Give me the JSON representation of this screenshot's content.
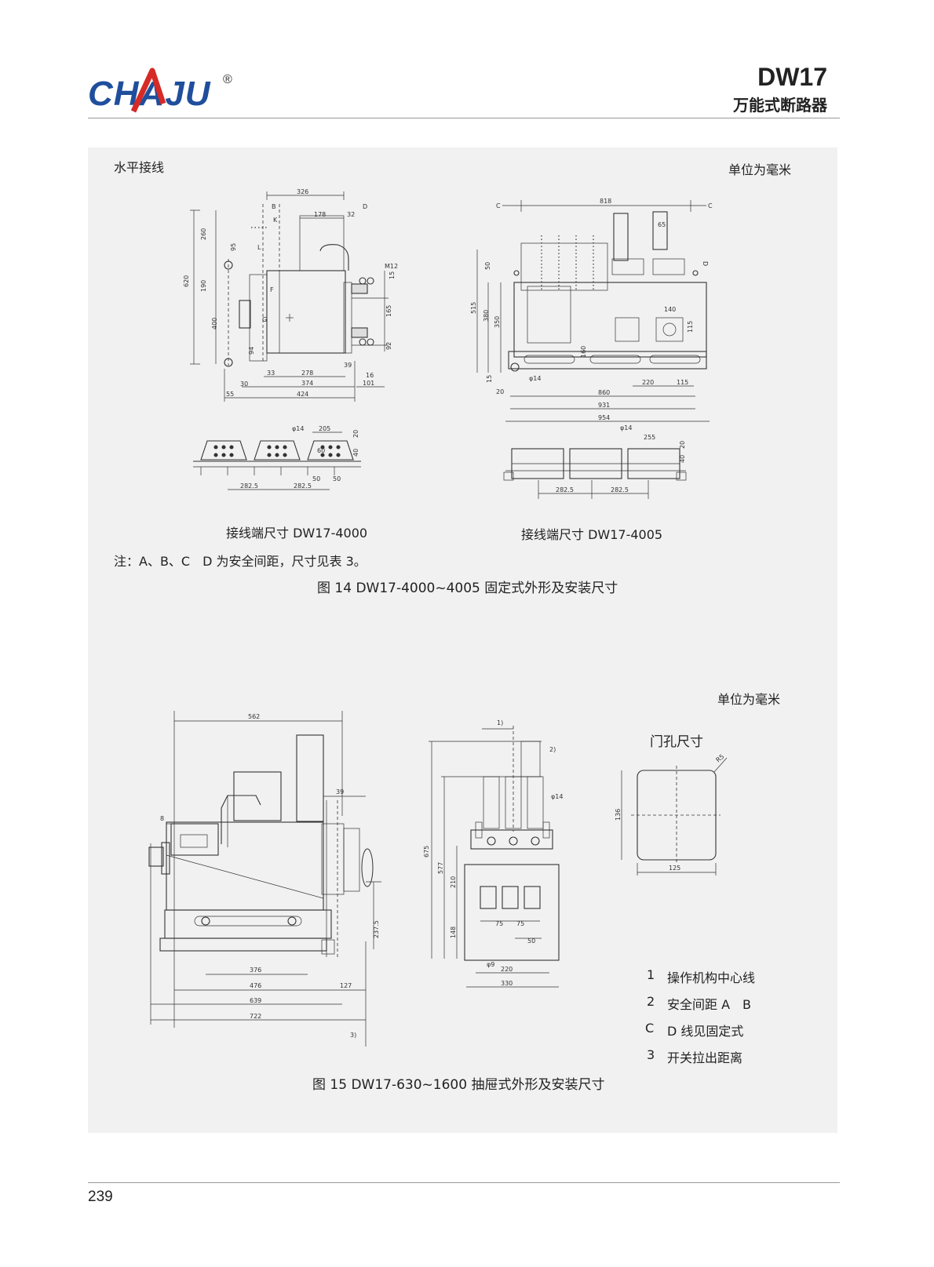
{
  "header": {
    "brand": "CHAJU",
    "registered_mark": "®",
    "product_code": "DW17",
    "product_name": "万能式断路器",
    "brand_colors": {
      "blue": "#1f4e9c",
      "red": "#d62a27"
    }
  },
  "fig14": {
    "wiring_label": "水平接线",
    "unit_label": "单位为毫米",
    "sub_left": "接线端尺寸 DW17-4000",
    "sub_right": "接线端尺寸 DW17-4005",
    "note": "注：A、B、C　D 为安全间距，尺寸见表 3。",
    "caption": "图 14  DW17-4000~4005 固定式外形及安装尺寸",
    "dims_left": {
      "d326": "326",
      "d178": "178",
      "d32": "32",
      "d260": "260",
      "d95": "95",
      "d620": "620",
      "d190": "190",
      "d400": "400",
      "d165": "165",
      "d92": "92",
      "d15": "15",
      "m12": "M12",
      "d94": "94",
      "d33": "33",
      "d278": "278",
      "d39": "39",
      "d374": "374",
      "d16": "16",
      "d101": "101",
      "d55": "55",
      "d30": "30",
      "d424": "424",
      "B": "B",
      "D": "D",
      "K": "K",
      "L": "L",
      "F": "F",
      "G": "G"
    },
    "dims_right": {
      "d818": "818",
      "C": "C",
      "d65": "65",
      "d50": "50",
      "d515": "515",
      "d380": "380",
      "d350": "350",
      "d140": "140",
      "d115": "115",
      "d160": "160",
      "d14": "φ14",
      "d15": "15",
      "d20": "20",
      "d220": "220",
      "d115b": "115",
      "d860": "860",
      "d931": "931",
      "d954": "954",
      "D": "D"
    },
    "term_left": {
      "phi14": "φ14",
      "d205": "205",
      "d20": "20",
      "d40": "40",
      "d60": "60",
      "d50a": "50",
      "d50b": "50",
      "d2825a": "282.5",
      "d2825b": "282.5"
    },
    "term_right": {
      "phi14": "φ14",
      "d255": "255",
      "d20": "20",
      "d40": "40",
      "d2825a": "282.5",
      "d2825b": "282.5"
    }
  },
  "fig15": {
    "unit_label": "单位为毫米",
    "door_label": "门孔尺寸",
    "caption": "图 15  DW17-630~1600 抽屉式外形及安装尺寸",
    "legend": [
      {
        "key": "1",
        "text": "操作机构中心线"
      },
      {
        "key": "2",
        "text": "安全间距 A　B"
      },
      {
        "key": "C",
        "text": "D 线见固定式"
      },
      {
        "key": "3",
        "text": "开关拉出距离"
      }
    ],
    "side": {
      "d562": "562",
      "d39": "39",
      "d8": "8",
      "d2375": "237.5",
      "d376": "376",
      "d476": "476",
      "d127": "127",
      "d639": "639",
      "d722": "722",
      "n3": "3)"
    },
    "front": {
      "n1": "1)",
      "n2": "2)",
      "phi14": "φ14",
      "d675": "675",
      "d577": "577",
      "d210": "210",
      "d148": "148",
      "d75a": "75",
      "d75b": "75",
      "d50": "50",
      "phi9": "φ9",
      "d220": "220",
      "d330": "330"
    },
    "door": {
      "r5": "R5",
      "d136": "136",
      "d125": "125"
    }
  },
  "footer": {
    "page_number": "239"
  }
}
